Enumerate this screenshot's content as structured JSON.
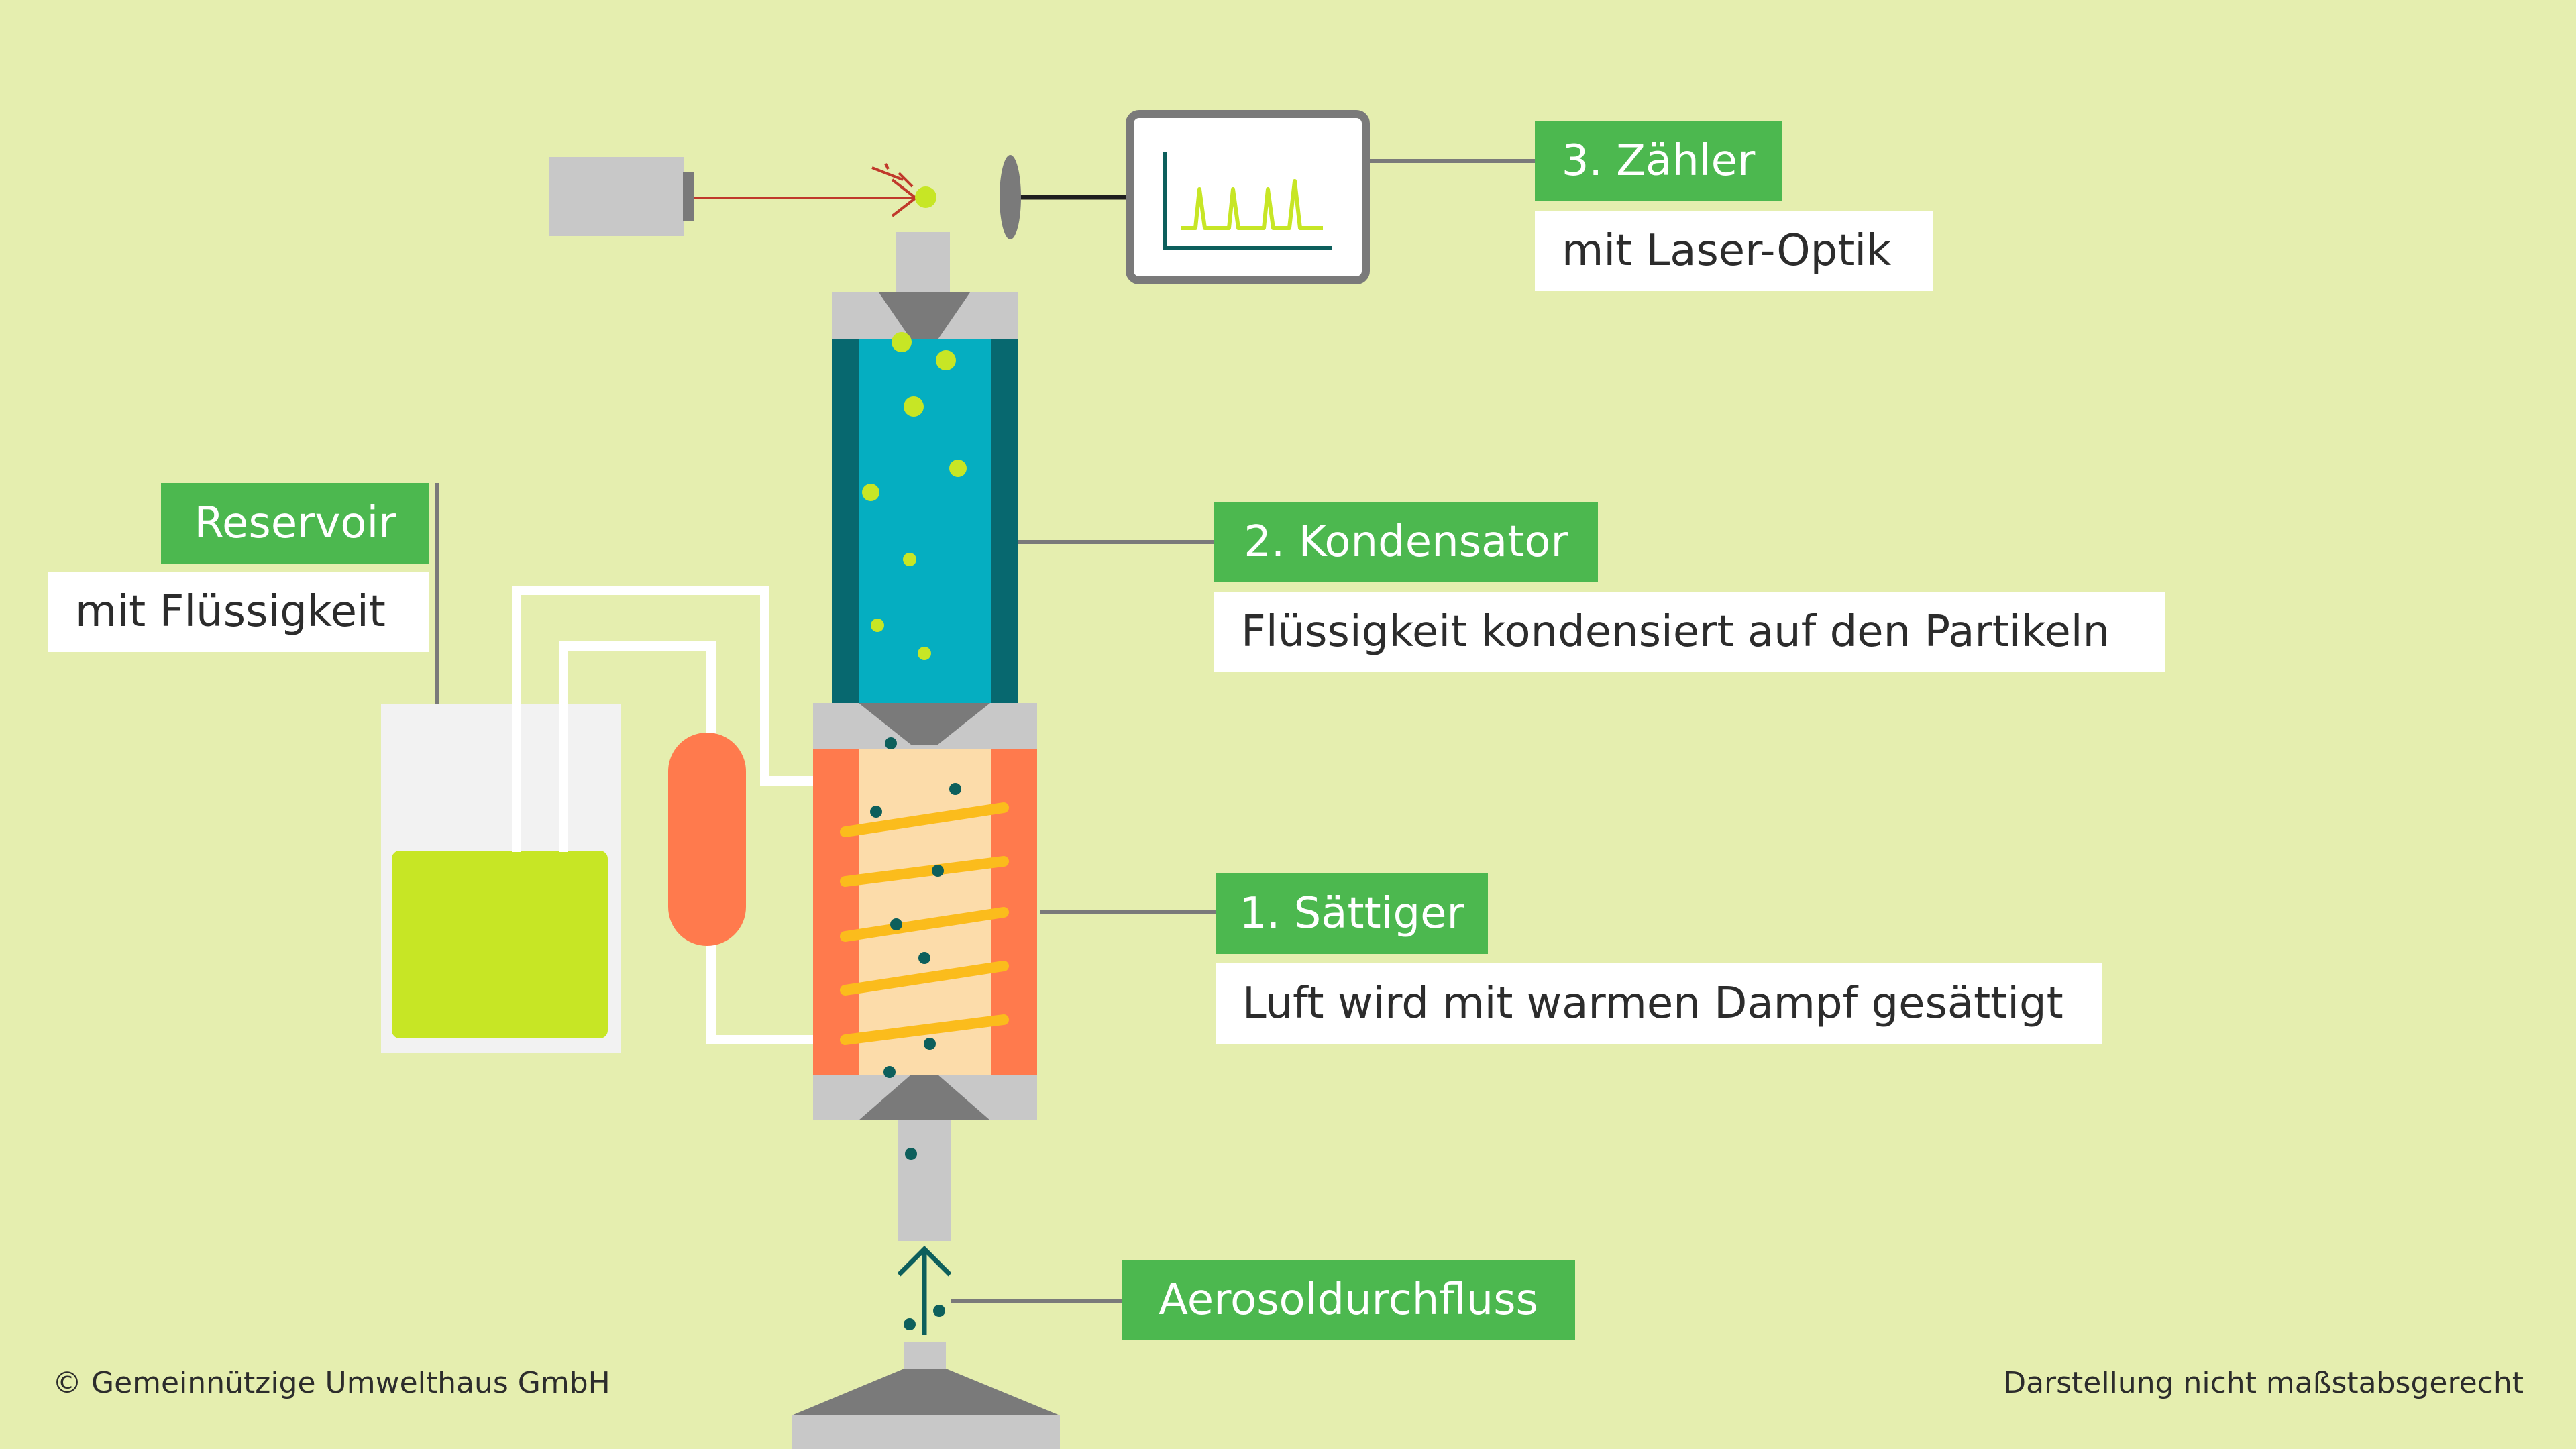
{
  "labels": {
    "counter_title": "3. Zähler",
    "counter_desc": "mit Laser-Optik",
    "condenser_title": "2. Kondensator",
    "condenser_desc": "Flüssigkeit kondensiert auf den Partikeln",
    "saturator_title": "1. Sättiger",
    "saturator_desc": "Luft wird mit warmen Dampf gesättigt",
    "reservoir_title": "Reservoir",
    "reservoir_desc": "mit Flüssigkeit",
    "aerosol_title": "Aerosoldurchfluss"
  },
  "footer": {
    "copyright": "© Gemeinnützige Umwelthaus GmbH",
    "disclaimer": "Darstellung nicht maßstabsgerecht"
  },
  "colors": {
    "background": "#e5eeaf",
    "label_green": "#4cb84f",
    "condenser_fill": "#05aec1",
    "condenser_wall": "#07686f",
    "saturator_wall": "#ff7a4d",
    "saturator_inner": "#fcdcaa",
    "heating_coil": "#fbbc1c",
    "reservoir_liquid": "#c7e625",
    "droplet": "#c7e625",
    "particle": "#0d5f5c",
    "housing_grey": "#c8c8c8",
    "funnel_grey": "#7a7a7a",
    "laser_beam": "#c0392b",
    "counter_plot": "#c7e625",
    "counter_axis": "#0d5f5c"
  },
  "icons": {
    "laser_source": "laser-source-icon",
    "optical_lens": "lens-icon",
    "counter_display": "monitor-icon",
    "flow_arrow": "arrow-up-icon"
  }
}
